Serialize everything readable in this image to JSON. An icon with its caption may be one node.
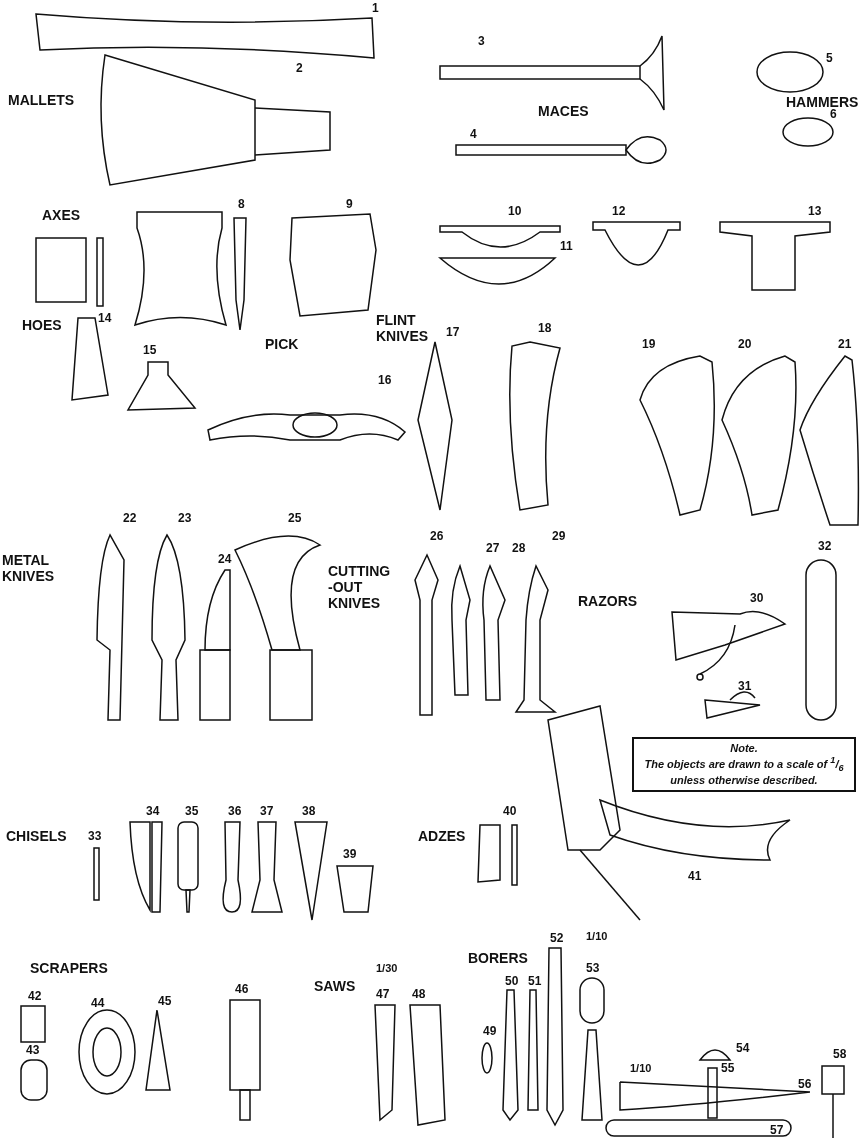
{
  "diagram": {
    "nodes": [
      {
        "text": [
          "Note.",
          "The objects are drawn to a scale of $^{1}$/$_{6}$ unless otherwise described."
        ]
      }
    ],
    "edges": [],
    "labels": [
      "1",
      "3",
      "2",
      "5",
      "MALLETS",
      "MACES",
      "HAMMERS",
      "6",
      "4",
      "AXES",
      "8",
      "9",
      "10",
      "12",
      "13",
      "11",
      "17",
      "18",
      "19",
      "20",
      "21",
      "HOES",
      "14",
      "FLINT KNIVES",
      "15",
      "PICK",
      "16",
      "22",
      "23",
      "25",
      "26",
      "27",
      "28",
      "29",
      "32",
      "METAL KNIVES",
      "24",
      "CUTTING -OUT KNIVES",
      "RAZORS",
      "30",
      "31",
      "33",
      "34",
      "35",
      "36",
      "37",
      "38",
      "40",
      "CHISELS",
      "ADZES",
      "39",
      "41",
      "52",
      "1/10",
      "SCRAPERS",
      "1/30",
      "BORERS",
      "53",
      "46",
      "SAWS",
      "47",
      "48",
      "50",
      "51",
      "42",
      "44",
      "45",
      "49",
      "54",
      "58",
      "43",
      "1/10",
      "55",
      "56",
      "57"
    ]
  }
}
